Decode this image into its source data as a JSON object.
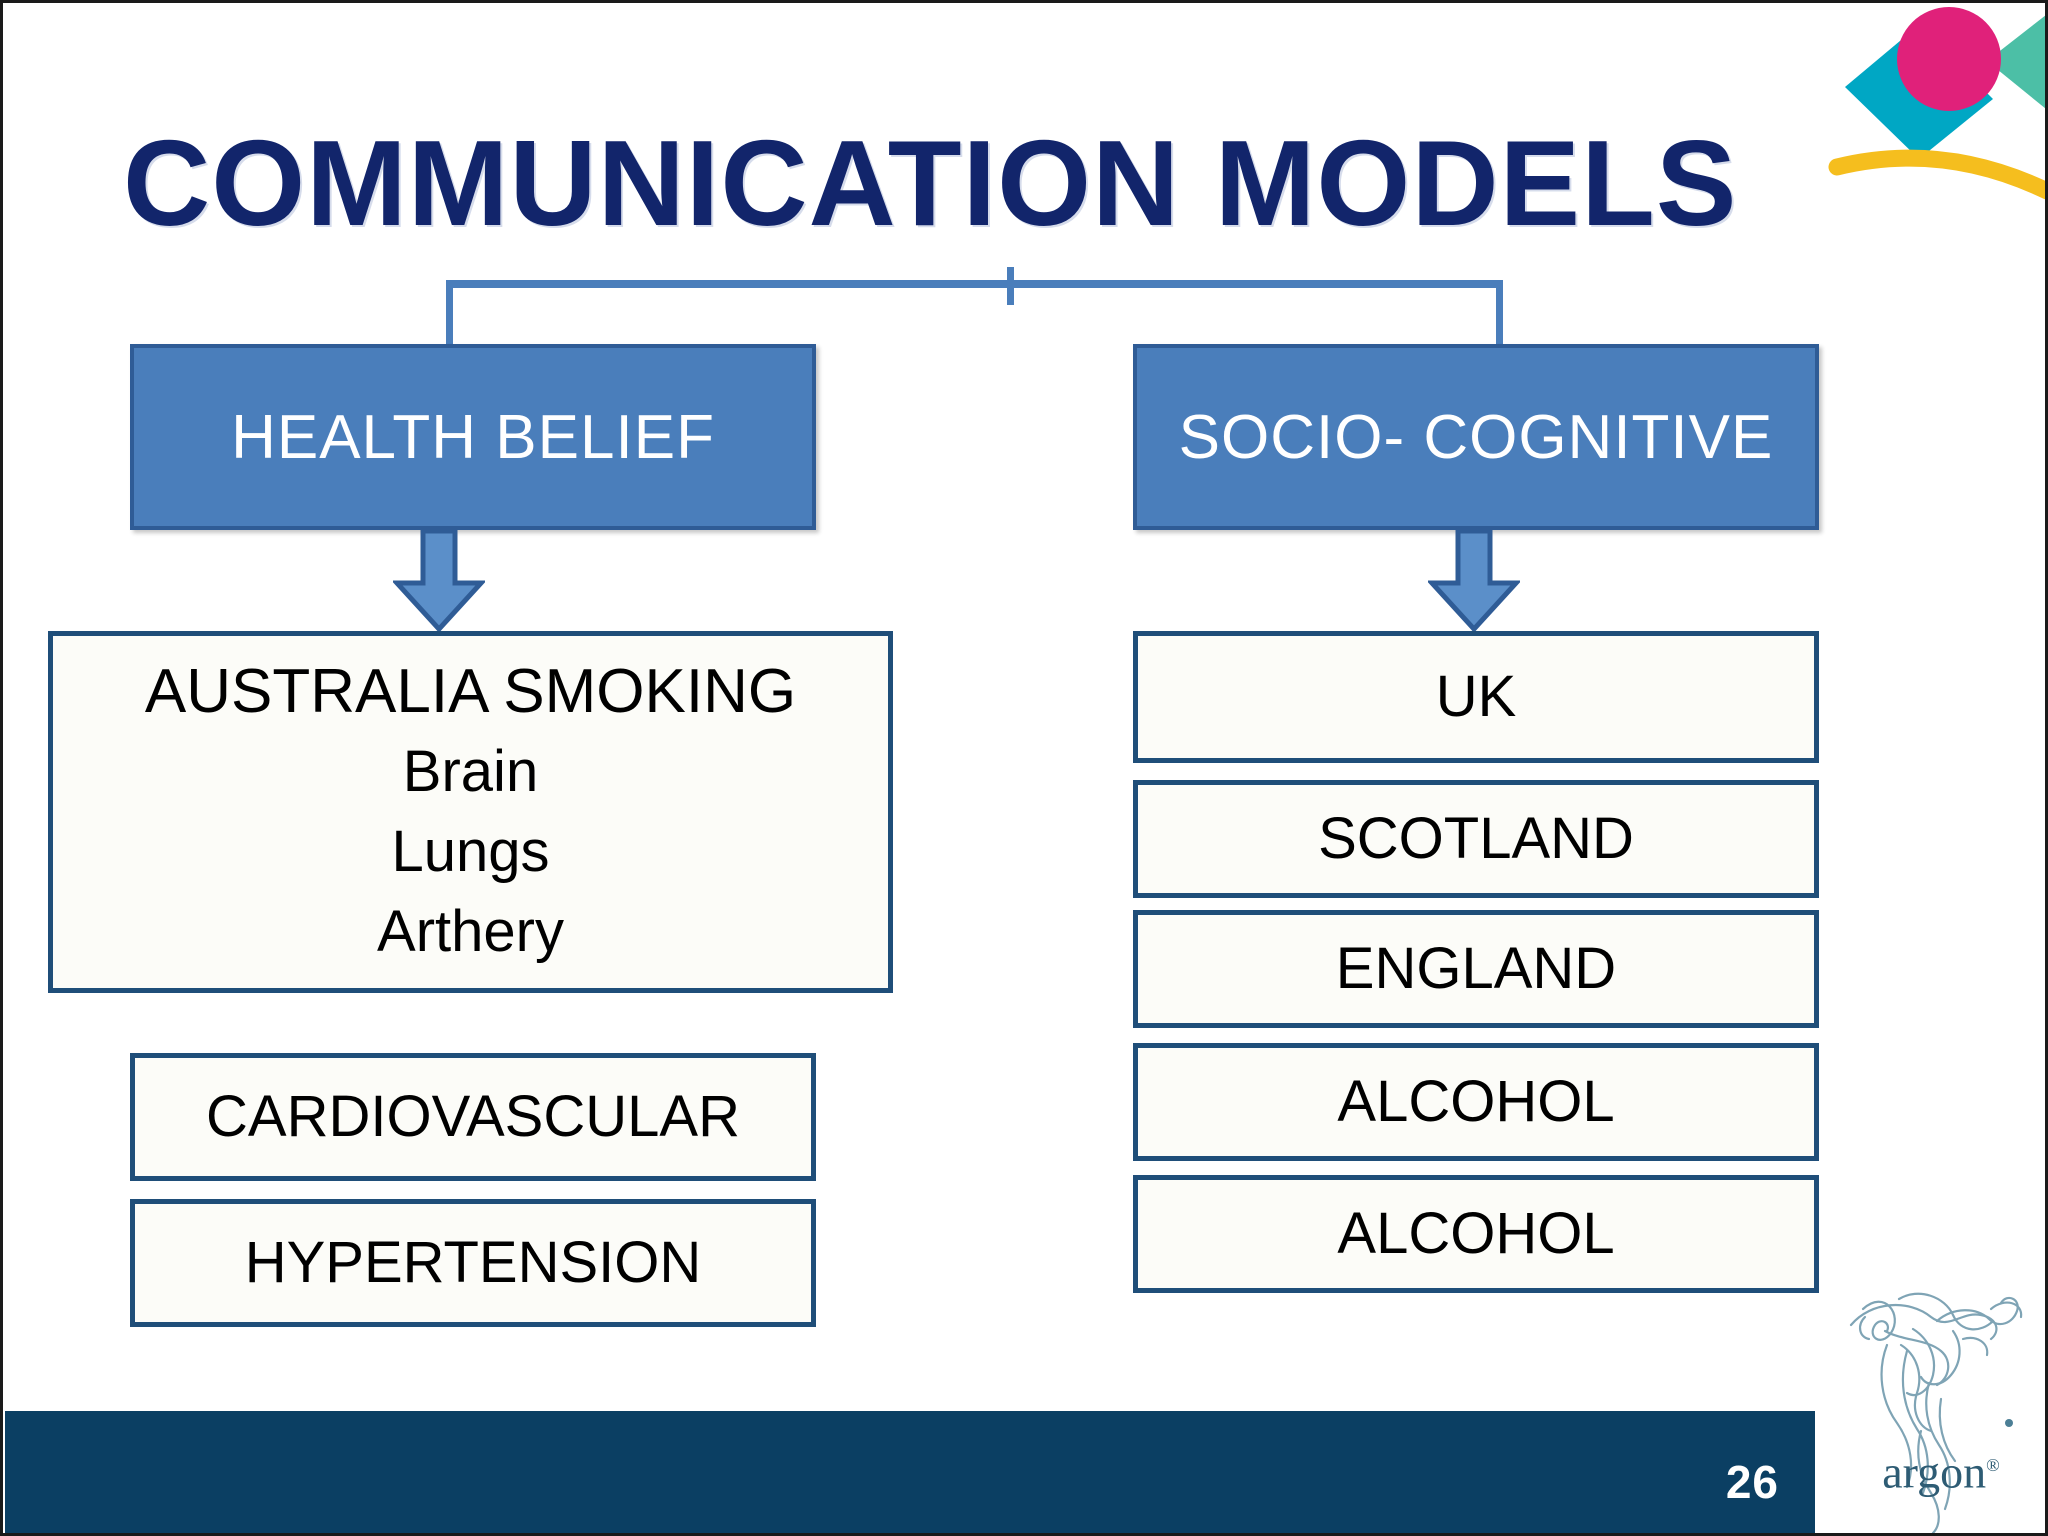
{
  "slide": {
    "title": "COMMUNICATION MODELS",
    "page_number": "26",
    "title_color": "#12256B",
    "accent_blue": "#4A7EBB",
    "border_blue": "#1F4E79",
    "footer_color": "#0B3F63"
  },
  "brand_mark": {
    "name": "decorative-logo",
    "shapes": {
      "circle_color": "#E0217A",
      "diamond_color": "#00A7C4",
      "triangle_color": "#4CBFA6",
      "arc_color": "#F5BE1E"
    }
  },
  "diagram": {
    "branches": [
      {
        "id": "health-belief",
        "label": "HEALTH BELIEF",
        "outcomes": [
          {
            "id": "australia-smoking",
            "lines": [
              "AUSTRALIA SMOKING",
              "Brain",
              "Lungs",
              "Arthery"
            ]
          },
          {
            "id": "cardiovascular",
            "lines": [
              "CARDIOVASCULAR"
            ]
          },
          {
            "id": "hypertension",
            "lines": [
              "HYPERTENSION"
            ]
          }
        ]
      },
      {
        "id": "socio-cognitive",
        "label": "SOCIO- COGNITIVE",
        "outcomes": [
          {
            "id": "uk",
            "lines": [
              "UK"
            ]
          },
          {
            "id": "scotland",
            "lines": [
              "SCOTLAND"
            ]
          },
          {
            "id": "england",
            "lines": [
              "ENGLAND"
            ]
          },
          {
            "id": "alcohol-1",
            "lines": [
              "ALCOHOL"
            ]
          },
          {
            "id": "alcohol-2",
            "lines": [
              "ALCOHOL"
            ]
          }
        ]
      }
    ]
  },
  "footer": {
    "page_number": "26",
    "logo_text": "argon",
    "logo_superscript": "®"
  }
}
